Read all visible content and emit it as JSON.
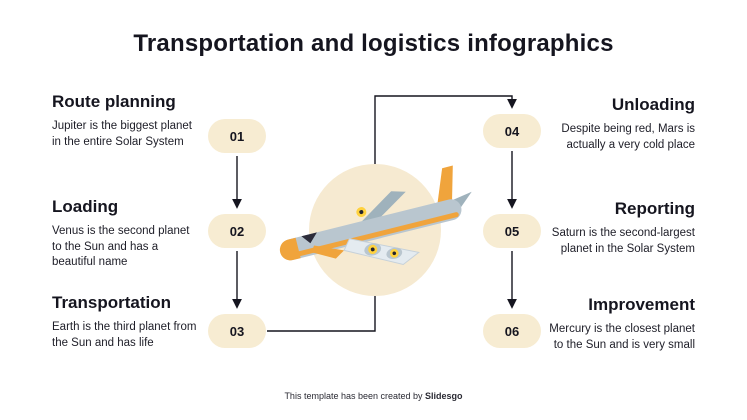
{
  "title": "Transportation and logistics infographics",
  "steps": [
    {
      "number": "01",
      "heading": "Route planning",
      "description": "Jupiter is the biggest planet in the entire Solar System",
      "side": "left"
    },
    {
      "number": "02",
      "heading": "Loading",
      "description": "Venus is the second planet to the Sun and has a beautiful name",
      "side": "left"
    },
    {
      "number": "03",
      "heading": "Transportation",
      "description": "Earth is the third planet from the Sun and has life",
      "side": "left"
    },
    {
      "number": "04",
      "heading": "Unloading",
      "description": "Despite being red, Mars is actually a very cold place",
      "side": "right"
    },
    {
      "number": "05",
      "heading": "Reporting",
      "description": "Saturn is the second-largest planet in the Solar System",
      "side": "right"
    },
    {
      "number": "06",
      "heading": "Improvement",
      "description": "Mercury is the closest planet to the Sun and is very small",
      "side": "right"
    }
  ],
  "flow_order": [
    "01",
    "02",
    "03",
    "04",
    "05",
    "06"
  ],
  "footer": {
    "text": "This template has been created by ",
    "brand": "Slidesgo"
  },
  "colors": {
    "badge_bg": "#f7ecd2",
    "circle_bg": "#f6ead1",
    "accent_orange": "#f0a43c",
    "plane_gray": "#b9c6cf",
    "title_color": "#15151f",
    "arrow_color": "#15151f",
    "engine_yellow": "#ffd23f"
  }
}
